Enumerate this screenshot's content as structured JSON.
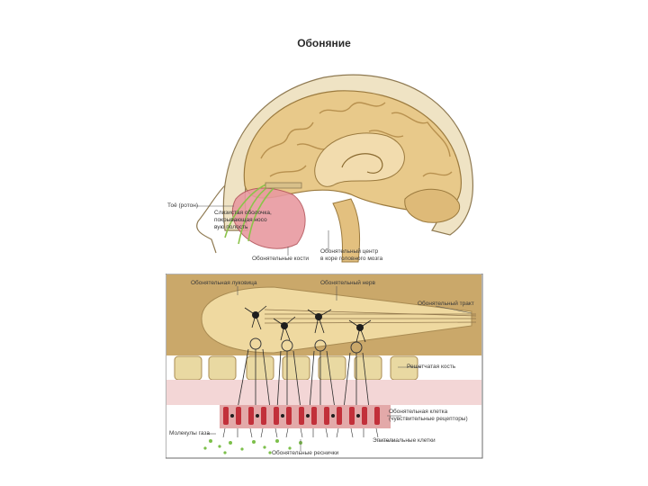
{
  "title": "Обоняние",
  "top_panel": {
    "labels": {
      "nose_roof": "Тоё (ротон)",
      "mucosa_line1": "Слизистая оболочка,",
      "mucosa_line2": "покрывающая носо",
      "mucosa_line3": "вую полость",
      "olfactory_bulb": "Обонятельные кости",
      "center_line1": "Обонятельный центр",
      "center_line2": "в коре головного мозга"
    }
  },
  "bottom_panel": {
    "labels": {
      "bulb": "Обонятельная луковица",
      "nerve_top": "Обонятельный нерв",
      "tract": "Обонятельный тракт",
      "bone": "Решетчатая кость",
      "cell_line1": "Обонятельная клетка",
      "cell_line2": "(чувствительные рецепторы)",
      "molecules": "Молекулы газа",
      "epithelial": "Эпителиальные клетки",
      "cilia": "Обонятельные реснички"
    }
  },
  "colors": {
    "brain": "#e8c98a",
    "brain_fold": "#b8914f",
    "skull": "#efe3c4",
    "mucosa": "#e89aa0",
    "nerve_green": "#8bc34a",
    "bulb": "#efd9a0",
    "bone": "#e9d9a2",
    "receptor": "#c2303a"
  }
}
